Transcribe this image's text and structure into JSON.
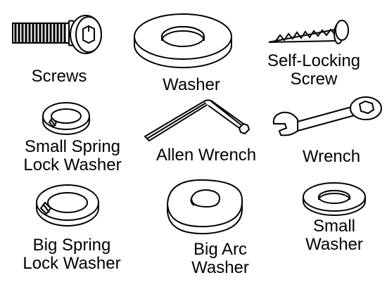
{
  "title": "",
  "line_color": "#000000",
  "background": "#ffffff",
  "parts": [
    {
      "id": "screws",
      "icon": "button-head-hex-screw-icon",
      "label": [
        "Screws"
      ]
    },
    {
      "id": "washer",
      "icon": "flat-washer-icon",
      "label": [
        "Washer"
      ]
    },
    {
      "id": "self-locking-screw",
      "icon": "self-locking-screw-icon",
      "label": [
        "Self-Locking",
        "Screw"
      ]
    },
    {
      "id": "small-spring-lock-washer",
      "icon": "small-spring-lock-washer-icon",
      "label": [
        "Small Spring",
        "Lock Washer"
      ]
    },
    {
      "id": "allen-wrench",
      "icon": "allen-wrench-icon",
      "label": [
        "Allen Wrench"
      ]
    },
    {
      "id": "wrench",
      "icon": "combination-wrench-icon",
      "label": [
        "Wrench"
      ]
    },
    {
      "id": "big-spring-lock-washer",
      "icon": "big-spring-lock-washer-icon",
      "label": [
        "Big Spring",
        "Lock Washer"
      ]
    },
    {
      "id": "big-arc-washer",
      "icon": "arc-washer-icon",
      "label": [
        "Big Arc",
        "Washer"
      ]
    },
    {
      "id": "small-washer",
      "icon": "small-flat-washer-icon",
      "label": [
        "Small",
        "Washer"
      ]
    }
  ]
}
